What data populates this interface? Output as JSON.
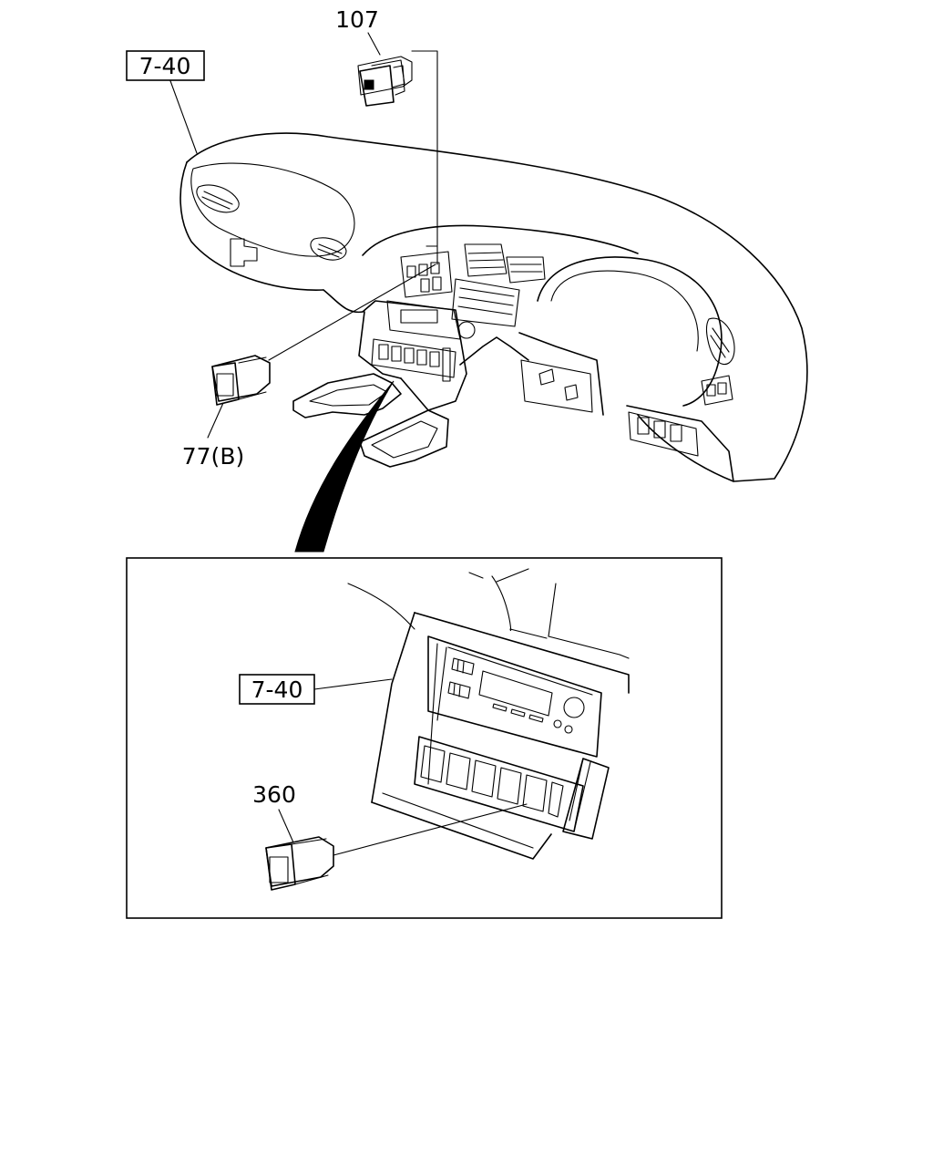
{
  "labels": {
    "ref_top": "7-40",
    "part_107": "107",
    "part_77b": "77(B)",
    "ref_inset": "7-40",
    "part_360": "360"
  }
}
